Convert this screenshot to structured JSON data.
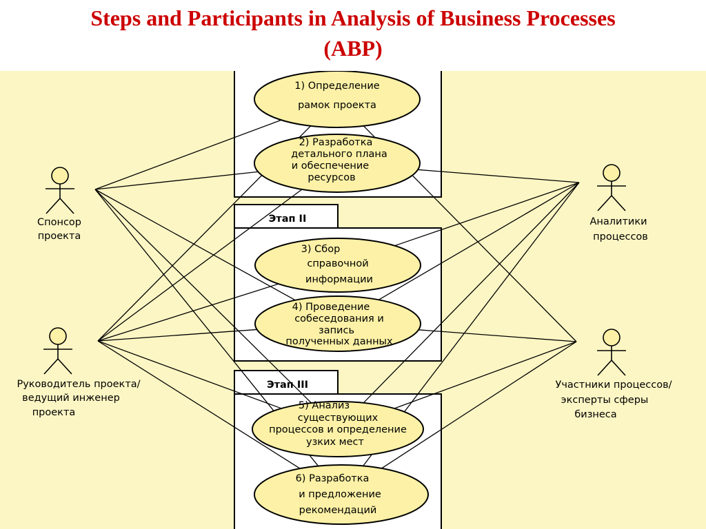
{
  "title": {
    "line1": "Steps and Participants in Analysis of Business Processes",
    "line2": "(ABP)"
  },
  "colors": {
    "title": "#cc0000",
    "background": "#fcf6c4",
    "use_case_fill": "#fcf1a6"
  },
  "stages": [
    {
      "label": ""
    },
    {
      "label": "Этап II"
    },
    {
      "label": "Этап III"
    }
  ],
  "use_cases": [
    {
      "lines": [
        "1) Определение",
        "рамок проекта"
      ]
    },
    {
      "lines": [
        "2) Разработка",
        "детального плана",
        "и обеспечение",
        "ресурсов"
      ]
    },
    {
      "lines": [
        "3) Сбор",
        "справочной",
        "информации"
      ]
    },
    {
      "lines": [
        "4) Проведение",
        "собеседования и",
        "запись",
        "полученных данных"
      ]
    },
    {
      "lines": [
        "5) Анализ",
        "существующих",
        "процессов и определение",
        "узких мест"
      ]
    },
    {
      "lines": [
        "6) Разработка",
        "и предложение",
        "рекомендаций"
      ]
    }
  ],
  "actors": [
    {
      "lines": [
        "Спонсор",
        "проекта"
      ]
    },
    {
      "lines": [
        "Руководитель проекта/",
        "ведущий инженер",
        "проекта"
      ]
    },
    {
      "lines": [
        "Аналитики",
        "процессов"
      ]
    },
    {
      "lines": [
        "Участники процессов/",
        "эксперты сферы",
        "бизнеса"
      ]
    }
  ],
  "links": [
    {
      "actor": 0,
      "use_case": 0
    },
    {
      "actor": 0,
      "use_case": 1
    },
    {
      "actor": 0,
      "use_case": 3
    },
    {
      "actor": 0,
      "use_case": 4
    },
    {
      "actor": 0,
      "use_case": 5
    },
    {
      "actor": 1,
      "use_case": 0
    },
    {
      "actor": 1,
      "use_case": 1
    },
    {
      "actor": 1,
      "use_case": 2
    },
    {
      "actor": 1,
      "use_case": 3
    },
    {
      "actor": 1,
      "use_case": 4
    },
    {
      "actor": 1,
      "use_case": 5
    },
    {
      "actor": 2,
      "use_case": 1
    },
    {
      "actor": 2,
      "use_case": 2
    },
    {
      "actor": 2,
      "use_case": 3
    },
    {
      "actor": 2,
      "use_case": 4
    },
    {
      "actor": 2,
      "use_case": 5
    },
    {
      "actor": 3,
      "use_case": 0
    },
    {
      "actor": 3,
      "use_case": 3
    },
    {
      "actor": 3,
      "use_case": 4
    },
    {
      "actor": 3,
      "use_case": 5
    }
  ]
}
